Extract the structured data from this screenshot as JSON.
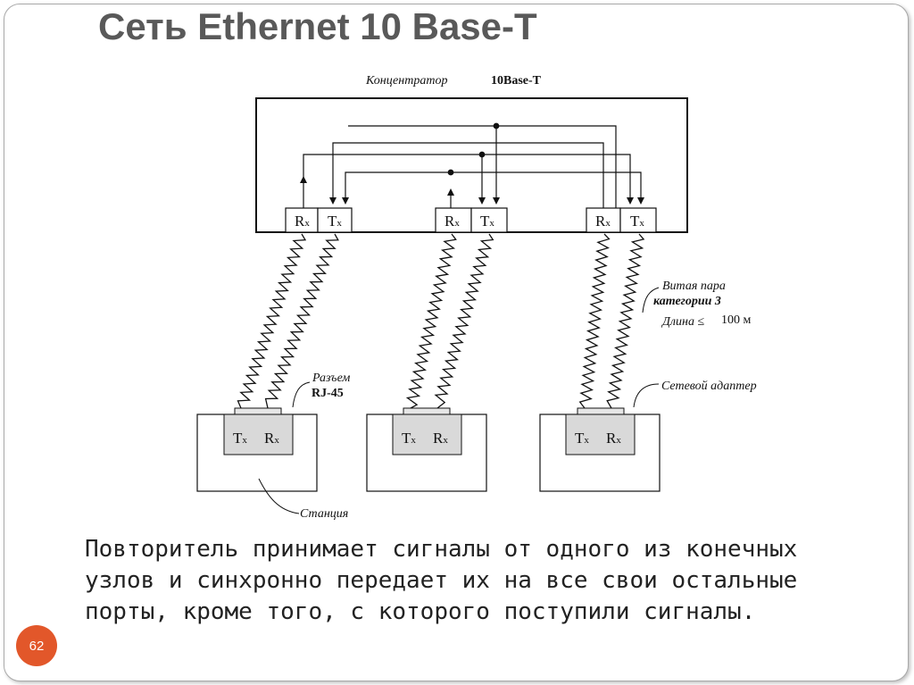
{
  "slide": {
    "title": "Сеть Ethernet  10 Base-T",
    "body": "Повторитель принимает сигналы от одного из конечных узлов и синхронно передает их на все свои остальные порты, кроме того, с которого поступили сигналы.",
    "page_number": "62"
  },
  "diagram": {
    "hub_label": "Концентратор",
    "hub_model": "10Base-T",
    "cable_label_1": "Витая пара",
    "cable_label_2": "категории 3",
    "length_label": "Длина",
    "length_symbol": "≤",
    "length_value": "100 м",
    "connector_label": "Разъем",
    "connector_model": "RJ-45",
    "adapter_label": "Сетевой адаптер",
    "station_label": "Станция",
    "port_rx": "R",
    "port_tx": "T",
    "port_sub": "x"
  }
}
